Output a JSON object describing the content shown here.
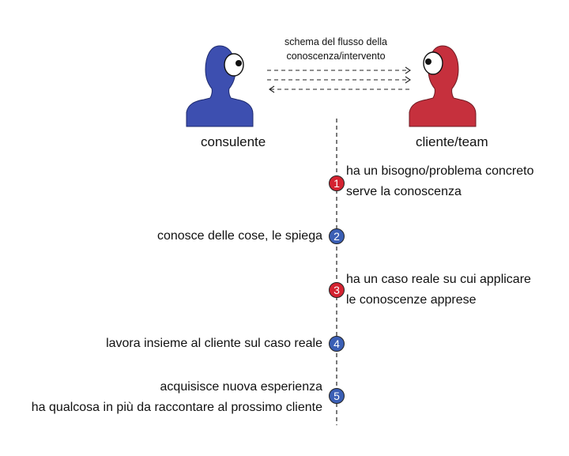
{
  "caption": {
    "line1": "schema del flusso della",
    "line2": "conoscenza/intervento"
  },
  "actors": {
    "left": {
      "label": "consulente",
      "color": "#3d4fb0"
    },
    "right": {
      "label": "cliente/team",
      "color": "#c6303d"
    }
  },
  "steps": [
    {
      "number": "1",
      "side": "right",
      "color": "#d42331",
      "lines": [
        "ha un bisogno/problema concreto",
        "serve la conoscenza"
      ]
    },
    {
      "number": "2",
      "side": "left",
      "color": "#3b5fb5",
      "lines": [
        "conosce delle cose, le spiega"
      ]
    },
    {
      "number": "3",
      "side": "right",
      "color": "#d42331",
      "lines": [
        "ha un  caso  reale su cui applicare",
        "le conoscenze apprese"
      ]
    },
    {
      "number": "4",
      "side": "left",
      "color": "#3b5fb5",
      "lines": [
        "lavora insieme al cliente sul caso reale"
      ]
    },
    {
      "number": "5",
      "side": "left",
      "color": "#3b5fb5",
      "lines": [
        "acquisisce nuova esperienza",
        "ha qualcosa in più da raccontare al prossimo cliente"
      ]
    }
  ]
}
